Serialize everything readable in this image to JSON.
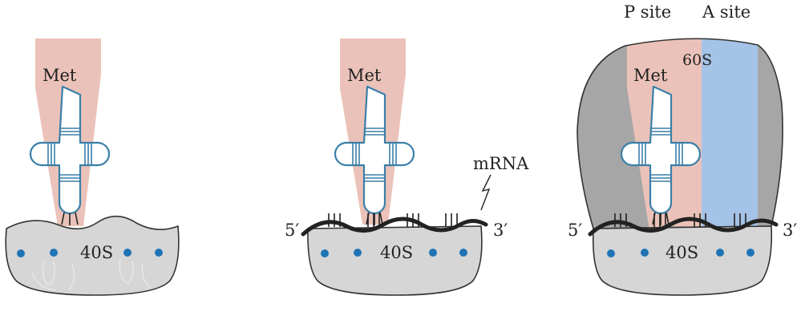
{
  "colors": {
    "ribosome_40s": "#d6d6d6",
    "ribosome_60s": "#a6a6a6",
    "p_site": "#ebc2b9",
    "a_site": "#a4c3e6",
    "trna_outline": "#3a7fa8",
    "binding_dot": "#1f74b5",
    "mrna": "#222222",
    "outline": "#333333"
  },
  "icons": {
    "trna": "trna-cloverleaf-icon",
    "binding_site": "dot-icon"
  },
  "panels": [
    {
      "met_label": "Met",
      "subunit_40s_label": "40S"
    },
    {
      "met_label": "Met",
      "subunit_40s_label": "40S",
      "mrna_label": "mRNA",
      "five_prime_label": "5′",
      "three_prime_label": "3′"
    },
    {
      "met_label": "Met",
      "subunit_40s_label": "40S",
      "subunit_60s_label": "60S",
      "p_site_label": "P site",
      "a_site_label": "A site",
      "five_prime_label": "5′",
      "three_prime_label": "3′"
    }
  ]
}
